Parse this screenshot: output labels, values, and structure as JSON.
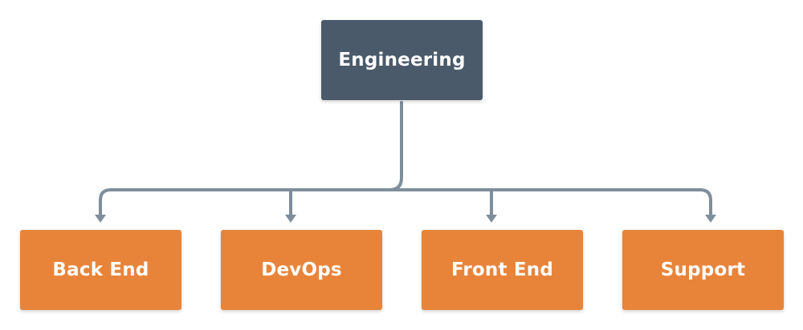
{
  "diagram": {
    "root": {
      "label": "Engineering",
      "color": "#4a5a6a"
    },
    "children": [
      {
        "label": "Back End"
      },
      {
        "label": "DevOps"
      },
      {
        "label": "Front End"
      },
      {
        "label": "Support"
      }
    ],
    "child_color": "#e8843a",
    "connector_color": "#7f8e9b"
  }
}
